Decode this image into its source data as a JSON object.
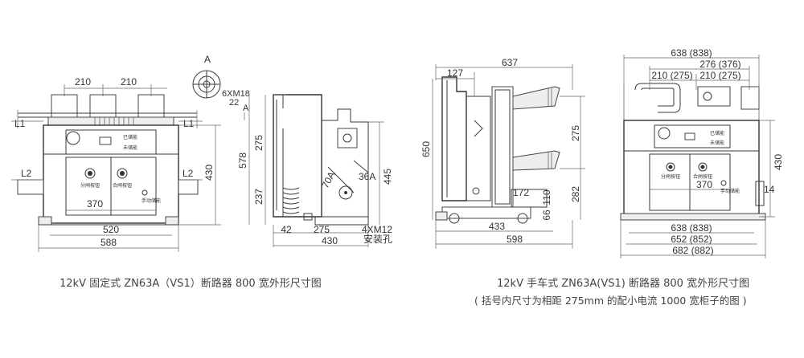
{
  "left_drawing": {
    "caption": "12kV 固定式 ZN63A（VS1）断路器 800 宽外形尺寸图",
    "dims": {
      "d210a": "210",
      "d210b": "210",
      "L1a": "L1",
      "L1b": "L1",
      "L2a": "L2",
      "L2b": "L2",
      "d430": "430",
      "d370": "370",
      "d520": "520",
      "d588": "588"
    },
    "panel": {
      "ready": "已储能",
      "not_ready": "未储能",
      "open_btn": "分闸按钮",
      "close_btn": "合闸按钮",
      "manual": "手动储能"
    }
  },
  "detail_a": {
    "label_a": "A",
    "bolt": "6XM18",
    "d22": "22",
    "arrow_a": "A"
  },
  "side_drawing": {
    "dims": {
      "d275": "275",
      "d578": "578",
      "d237": "237",
      "d445": "445",
      "d70a": "70A",
      "d36a": "36A",
      "d42": "42",
      "d275b": "275",
      "d430": "430",
      "bolt": "4XM12",
      "hole": "安装孔"
    }
  },
  "middle_drawing": {
    "dims": {
      "d637": "637",
      "d127": "127",
      "d650": "650",
      "d275": "275",
      "d282": "282",
      "d172": "172",
      "d110": "110",
      "d66": "66",
      "d433": "433",
      "d598": "598"
    }
  },
  "right_drawing": {
    "caption": "12kV 手车式 ZN63A(VS1) 断路器 800 宽外形尺寸图",
    "note": "( 括号内尺寸为相距 275mm 的配小电流 1000 宽柜子的图 )",
    "dims": {
      "d638": "638 (838)",
      "d276": "276 (376)",
      "d210a": "210 (275)",
      "d210b": "210 (275)",
      "d430": "430",
      "d370": "370",
      "d14": "14",
      "d638b": "638 (838)",
      "d652": "652 (852)",
      "d682": "682 (882)"
    },
    "panel": {
      "ready": "已储能",
      "not_ready": "未储能",
      "open_btn": "分闸按钮",
      "close_btn": "合闸按钮",
      "manual": "手动储能"
    }
  }
}
